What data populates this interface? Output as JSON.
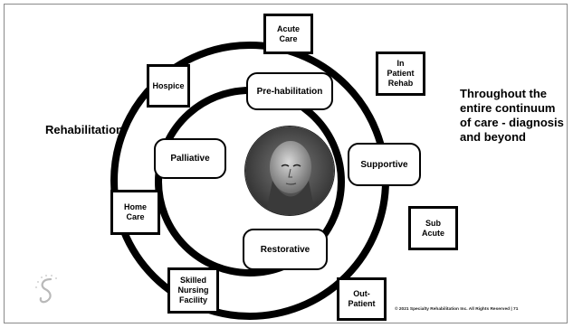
{
  "title": "Rehabilitation",
  "side_text": "Throughout the entire continuum of care -  diagnosis and beyond",
  "outer_settings": [
    "Acute\nCare",
    "In\nPatient\nRehab",
    "Sub\nAcute",
    "Out-\nPatient",
    "Skilled\nNursing\nFacility",
    "Home\nCare",
    "Hospice"
  ],
  "inner_phases": [
    "Pre-habilitation",
    "Supportive",
    "Restorative",
    "Palliative"
  ],
  "footer": "© 2021 Specialty Rehabilitation Inc. All Rights Reserved  |  71"
}
